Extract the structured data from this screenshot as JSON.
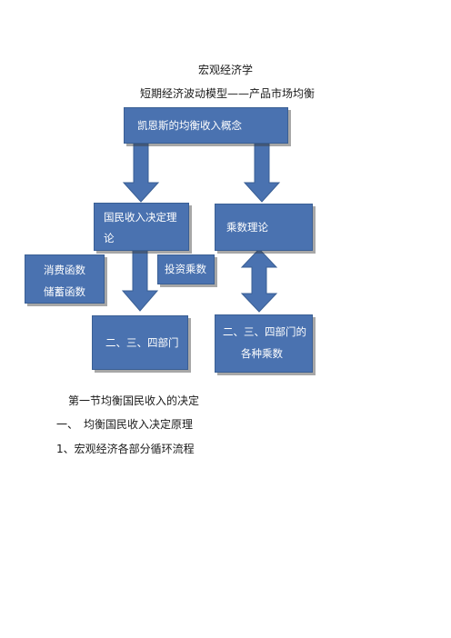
{
  "header": {
    "title": "宏观经济学",
    "subtitle": "短期经济波动模型——产品市场均衡"
  },
  "diagram": {
    "top_box": "凯恩斯的均衡收入概念",
    "left_box_line1": "国民收入决定理",
    "left_box_line2": "论",
    "right_box": "乘数理论",
    "consume_line1": "消费函数",
    "consume_line2": "储蓄函数",
    "invest_box": "投资乘数",
    "bottom_left_box": "二、三、四部门",
    "bottom_right_line1": "二、三、四部门的",
    "bottom_right_line2": "各种乘数"
  },
  "body": {
    "section_title": "第一节均衡国民收入的决定",
    "heading_1": "一、　均衡国民收入决定原理",
    "heading_2": "1、宏观经济各部分循环流程"
  },
  "colors": {
    "box_fill": "#4a72b0",
    "box_border": "#3a5f94",
    "box_text": "#ffffff"
  }
}
